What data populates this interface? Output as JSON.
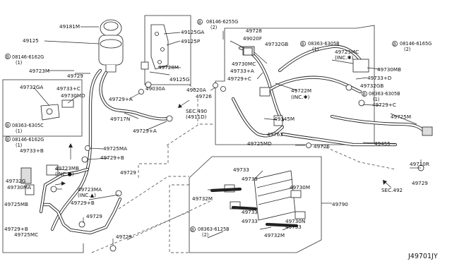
{
  "diagram": {
    "reference_code": "J49701JY",
    "labels": {
      "p49181M": "49181M",
      "p49125": "49125",
      "p49125GA": "49125GA",
      "p49125P": "49125P",
      "p49728M": "49728M",
      "p49125G": "49125G",
      "p49030A": "49030A",
      "p49723M_left": "49723M",
      "p49729_a": "49729",
      "p49729A_a": "49729+A",
      "p49717N": "49717N",
      "p49729A_b": "49729+A",
      "p49732GA": "49732GA",
      "p49733C": "49733+C",
      "p49730MD": "49730MD",
      "p49733B_left": "49733+B",
      "p49732G": "49732G",
      "p49730MA": "49730MA",
      "p49725MB": "49725MB",
      "p49729B": "49729+B",
      "p49725MC": "49725MC",
      "p49723MB": "49723MB",
      "p49723MB_inc": "(INC.●)",
      "p49725MA": "49725MA",
      "p49729B_b": "49729+B",
      "p49729_b": "49729",
      "p49723MA": "49723MA",
      "p49723MA_inc": "(INC.▲)",
      "p49729B_c": "49729+B",
      "p49729_c": "49729",
      "p49729_d": "49729",
      "p49020A": "49020A",
      "p49726_a": "49726",
      "sec490": "SEC.490",
      "sec490_sub": "(4911D)",
      "p49728": "49728",
      "p49020F": "49020F",
      "p49732GB_a": "49732GB",
      "p49730MC": "49730MC",
      "p49733A": "49733+A",
      "p49729C_a": "49729+C",
      "p49723MC": "49723MC",
      "p49723MC_inc": "(INC.✱)",
      "p49730MB": "49730MB",
      "p49733D": "49733+D",
      "p49732GB_b": "49732GB",
      "p49722M": "49722M",
      "p49722M_inc": "(INC.✱)",
      "p49729C_b": "49729+C",
      "p49345M": "49345M",
      "p49763": "49763",
      "p49725MD": "49725MD",
      "p49726_b": "49726",
      "p49725M": "49725M",
      "p49455": "49455",
      "p49710R": "49710R",
      "p49729_e": "49729",
      "sec492": "SEC.492",
      "p49733_1": "49733",
      "p49733_2": "49733",
      "p49733_3": "49733",
      "p49733_4": "49733",
      "p49733_5": "49733",
      "p49732M_a": "49732M",
      "p49732M_b": "49732M",
      "p49730M_a": "49730M",
      "p49730N": "49730N",
      "p49790": "49790"
    },
    "bolts": {
      "b08146_6255G": "08146-6255G",
      "b08146_6255G_qty": "(2)",
      "b08146_6162G_a": "08146-6162G",
      "b08146_6162G_a_qty": "(1)",
      "b08363_6305C": "08363-6305C",
      "b08363_6305C_qty": "(1)",
      "b08146_6162G_b": "08146-6162G",
      "b08146_6162G_b_qty": "(1)",
      "b08363_6305B_a": "08363-6305B",
      "b08363_6305B_a_qty": "(1)",
      "b08146_6165G": "08146-6165G",
      "b08146_6165G_qty": "(2)",
      "b08363_6305B_b": "08363-6305B",
      "b08363_6305B_b_qty": "(1)",
      "b08363_6125B": "08363-6125B",
      "b08363_6125B_qty": "(2)"
    },
    "marker_letter": "B"
  }
}
